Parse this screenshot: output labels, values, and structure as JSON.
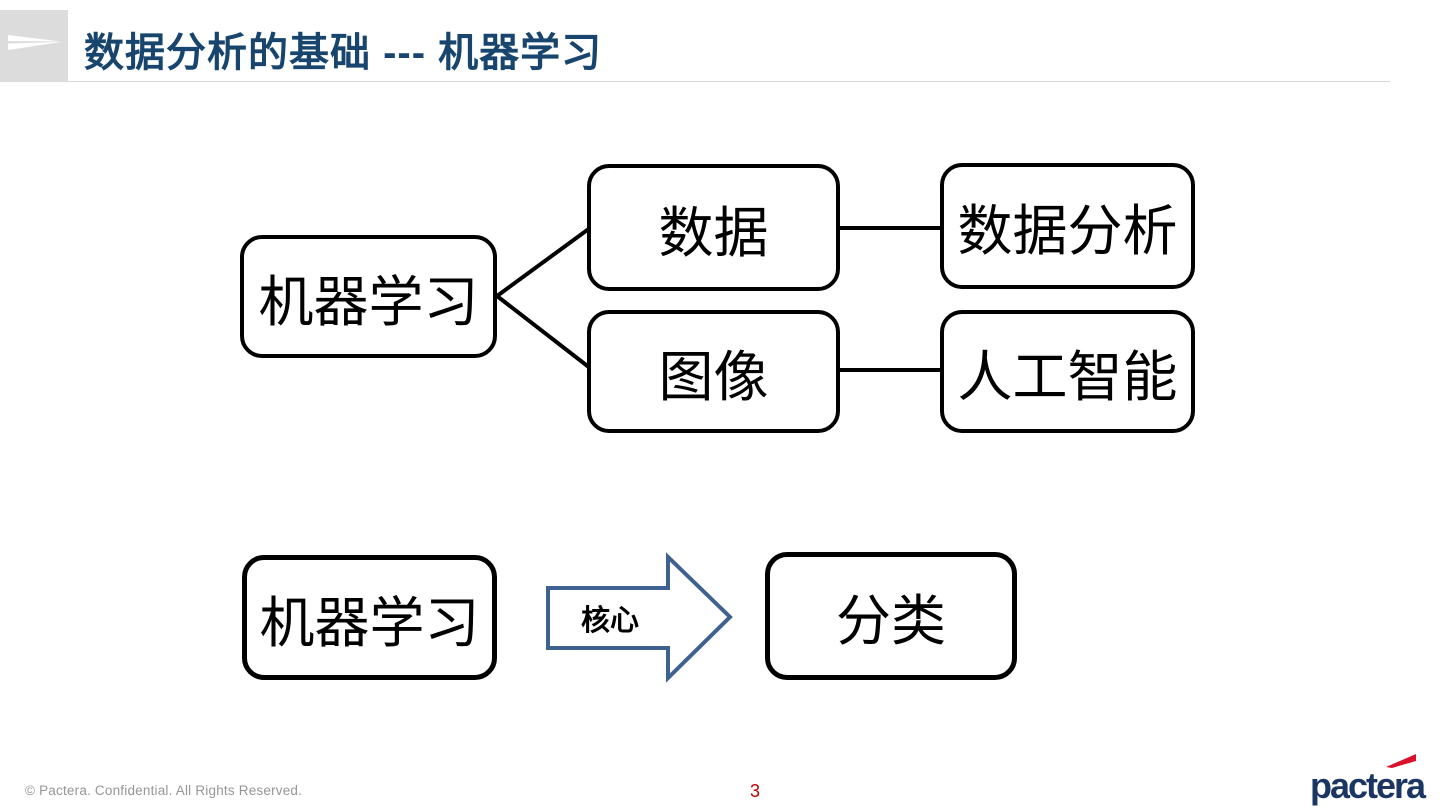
{
  "header": {
    "title": "数据分析的基础 --- 机器学习"
  },
  "diagram_top": {
    "type": "tree",
    "nodes": {
      "machine_learning": "机器学习",
      "data": "数据",
      "image": "图像",
      "data_analysis": "数据分析",
      "artificial_intelligence": "人工智能"
    },
    "edges": [
      {
        "from": "machine_learning",
        "to": "data"
      },
      {
        "from": "machine_learning",
        "to": "image"
      },
      {
        "from": "data",
        "to": "data_analysis"
      },
      {
        "from": "image",
        "to": "artificial_intelligence"
      }
    ]
  },
  "diagram_bottom": {
    "type": "flow",
    "machine_learning": "机器学习",
    "arrow_label": "核心",
    "classification": "分类"
  },
  "footer": {
    "copyright": "© Pactera. Confidential. All Rights Reserved.",
    "page_number": "3",
    "logo_text": "pactera"
  },
  "colors": {
    "title_blue": "#17456e",
    "box_border": "#000000",
    "arrow_blue": "#3e618f",
    "header_rule_gray": "#d8d8d8",
    "icon_gray": "#dcdcdc",
    "footer_gray": "#969696",
    "page_number_red": "#c00000",
    "logo_navy": "#1c3664",
    "logo_red": "#d9112b"
  }
}
